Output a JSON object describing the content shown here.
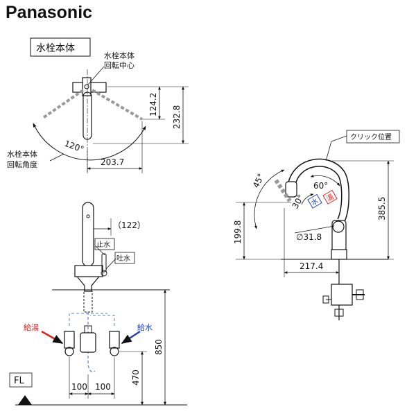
{
  "brand": "Panasonic",
  "top_view": {
    "box_label": "水栓本体",
    "center_label_1": "水栓本体",
    "center_label_2": "回転中心",
    "angle_label_1": "水栓本体",
    "angle_label_2": "回転角度",
    "rotation_angle": "120°",
    "dim_width": "203.7",
    "dim_h1": "124.2",
    "dim_h2": "232.8"
  },
  "front_view": {
    "dim_spout": "（122）",
    "stop_water": "止水",
    "discharge": "吐水",
    "hot_supply": "給湯",
    "cold_supply": "給水",
    "dim_850": "850",
    "dim_470": "470",
    "dim_100a": "100",
    "dim_100b": "100",
    "floor_label": "FL"
  },
  "side_view": {
    "click_position": "クリック位置",
    "angle_45": "45°",
    "angle_60": "60°",
    "angle_30": "30°",
    "water_badge": "水",
    "hot_badge": "湯",
    "diameter": "∅31.8",
    "dim_199": "199.8",
    "dim_217": "217.4",
    "dim_385": "385.5"
  },
  "colors": {
    "line": "#111111",
    "hot": "#e02020",
    "cold": "#1f3fbf",
    "pipe": "#5a7fbf"
  }
}
